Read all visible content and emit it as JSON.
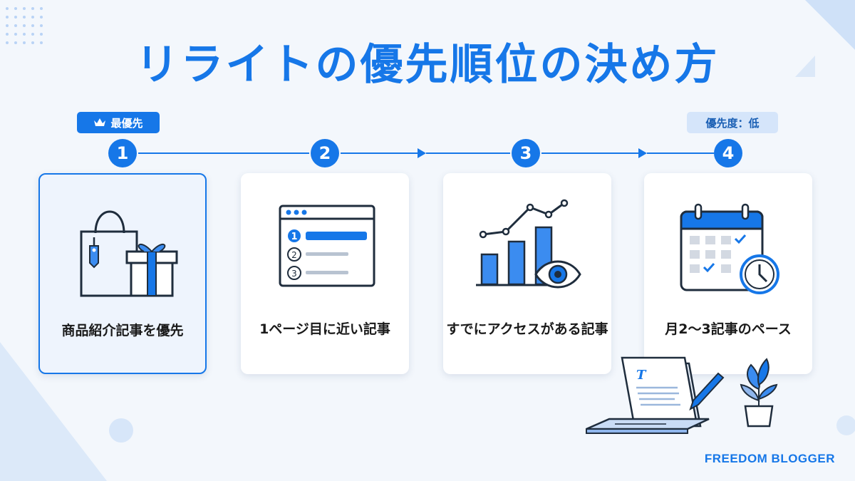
{
  "title": "リライトの優先順位の決め方",
  "tags": {
    "high": "最優先",
    "low": "優先度：低"
  },
  "steps": [
    {
      "number": "1",
      "label": "商品紹介記事を優先",
      "icon": "shopping-bag-gift-icon"
    },
    {
      "number": "2",
      "label": "1ページ目に近い記事",
      "icon": "search-ranking-list-icon"
    },
    {
      "number": "3",
      "label": "すでにアクセスがある記事",
      "icon": "bar-chart-eye-icon"
    },
    {
      "number": "4",
      "label": "月2〜3記事のペース",
      "icon": "calendar-clock-icon"
    }
  ],
  "brand": "FREEDOM BLOGGER",
  "colors": {
    "accent": "#1677e8",
    "light_accent": "#d5e5fa",
    "background": "#f3f7fc"
  }
}
